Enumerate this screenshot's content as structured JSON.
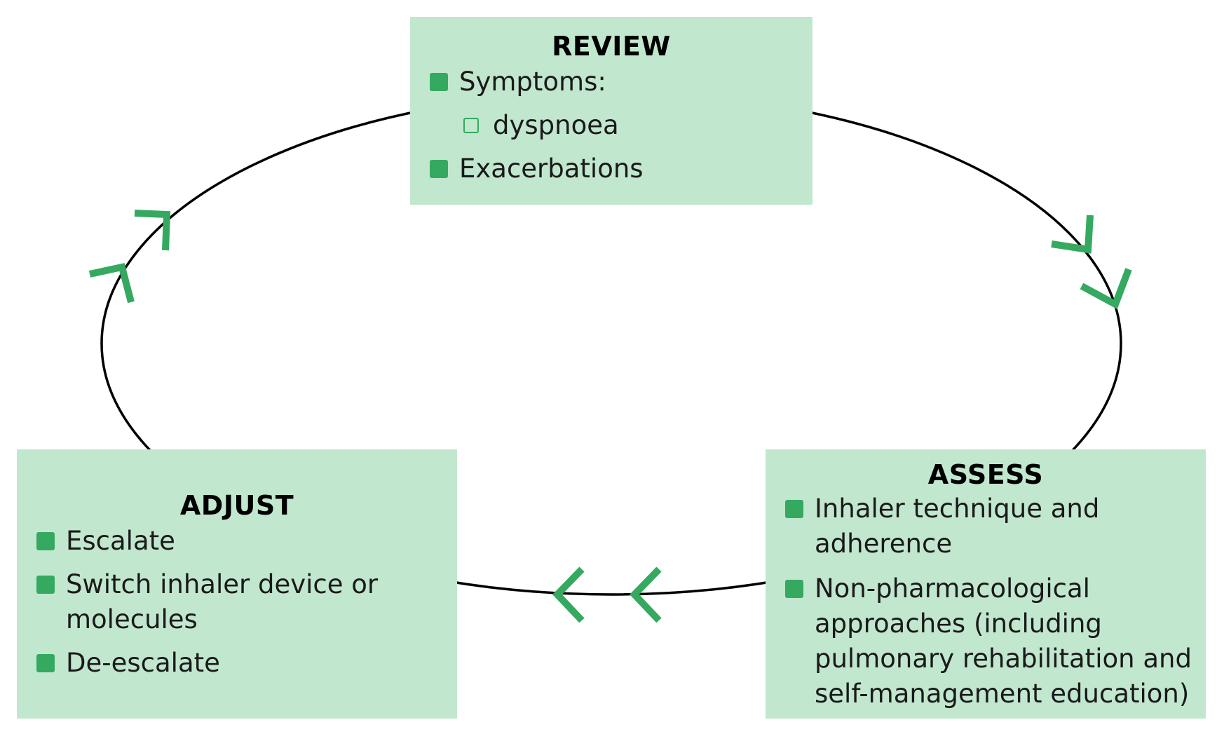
{
  "colors": {
    "box_fill": "#c2e7cf",
    "accent_green": "#35a960",
    "loop_line": "#000000"
  },
  "review": {
    "title": "REVIEW",
    "items": [
      {
        "label": "Symptoms:",
        "bullet": "filled-square"
      },
      {
        "label": "dyspnoea",
        "bullet": "outline-square",
        "level": 2
      },
      {
        "label": "Exacerbations",
        "bullet": "filled-square"
      }
    ]
  },
  "assess": {
    "title": "ASSESS",
    "items": [
      {
        "label": "Inhaler technique and adherence",
        "lines": [
          "Inhaler technique and",
          "adherence"
        ],
        "bullet": "filled-square"
      },
      {
        "label": "Non-pharmacological approaches (including pulmonary rehabilitation and self-management education)",
        "lines": [
          "Non-pharmacological",
          "approaches (including",
          "pulmonary rehabilitation and",
          "self-management education)"
        ],
        "bullet": "filled-square"
      }
    ]
  },
  "adjust": {
    "title": "ADJUST",
    "items": [
      {
        "label": "Escalate",
        "bullet": "filled-square"
      },
      {
        "label": "Switch inhaler device or molecules",
        "lines": [
          "Switch inhaler device or",
          "molecules"
        ],
        "bullet": "filled-square"
      },
      {
        "label": "De-escalate",
        "bullet": "filled-square"
      }
    ]
  },
  "arrows": {
    "icon": "double-chevron-icon",
    "direction": "clockwise"
  }
}
